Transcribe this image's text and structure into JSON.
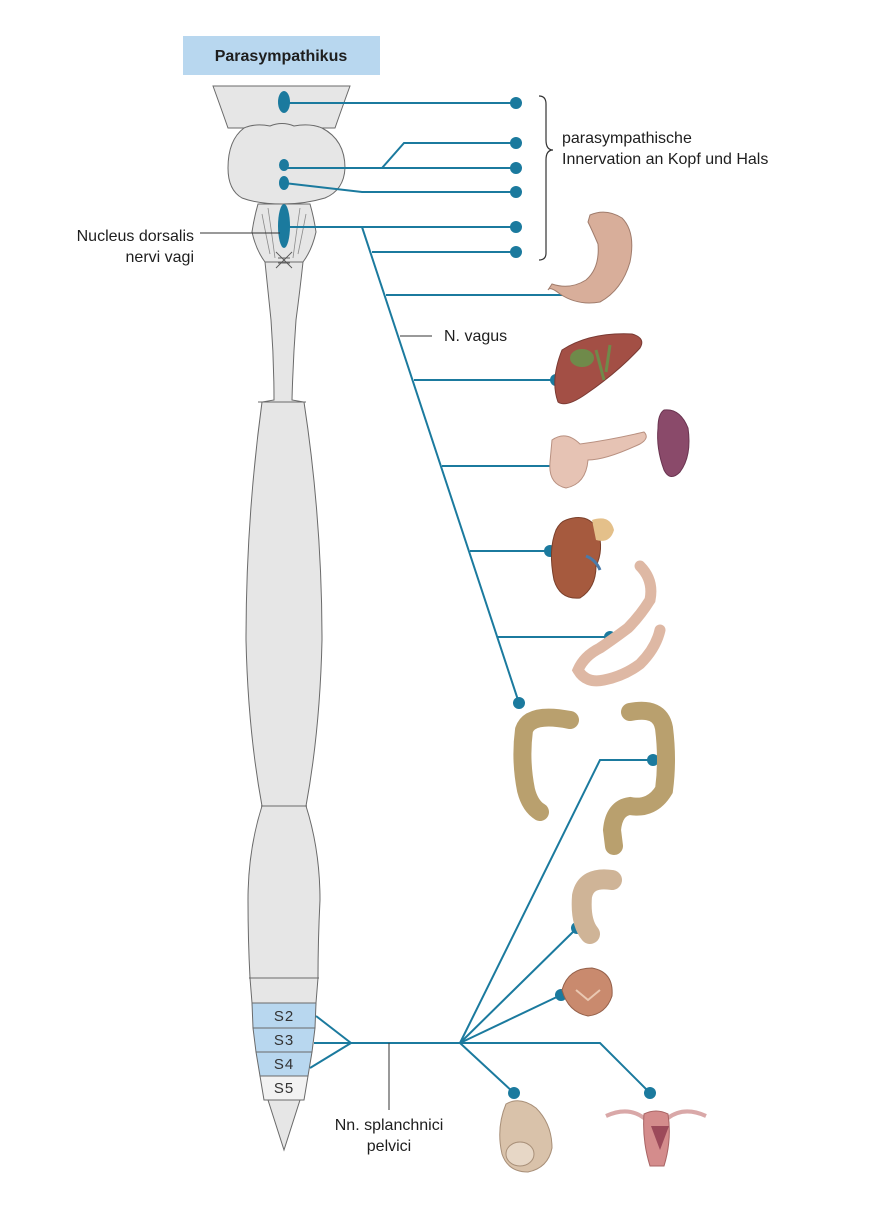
{
  "title": "Parasympathikus",
  "labels": {
    "nucleus_line1": "Nucleus dorsalis",
    "nucleus_line2": "nervi vagi",
    "head_line1": "parasympathische",
    "head_line2": "Innervation an Kopf und Hals",
    "vagus": "N. vagus",
    "splanchnici_line1": "Nn. splanchnici",
    "splanchnici_line2": "pelvici"
  },
  "segments": [
    "S2",
    "S3",
    "S4",
    "S5"
  ],
  "organs": [
    {
      "name": "stomach-image"
    },
    {
      "name": "liver-image"
    },
    {
      "name": "pancreas-image"
    },
    {
      "name": "spleen-image"
    },
    {
      "name": "kidney-image"
    },
    {
      "name": "small-intestine-image"
    },
    {
      "name": "ascending-colon-image"
    },
    {
      "name": "descending-colon-image"
    },
    {
      "name": "rectum-image"
    },
    {
      "name": "bladder-image"
    },
    {
      "name": "male-genitals-image"
    },
    {
      "name": "uterus-image"
    }
  ],
  "colors": {
    "nerve": "#1b7a9e",
    "title_bg": "#b8d7ef",
    "segment_highlight": "#b8d7ef",
    "cord_fill": "#e6e6e6",
    "cord_stroke": "#6a6a6a"
  }
}
